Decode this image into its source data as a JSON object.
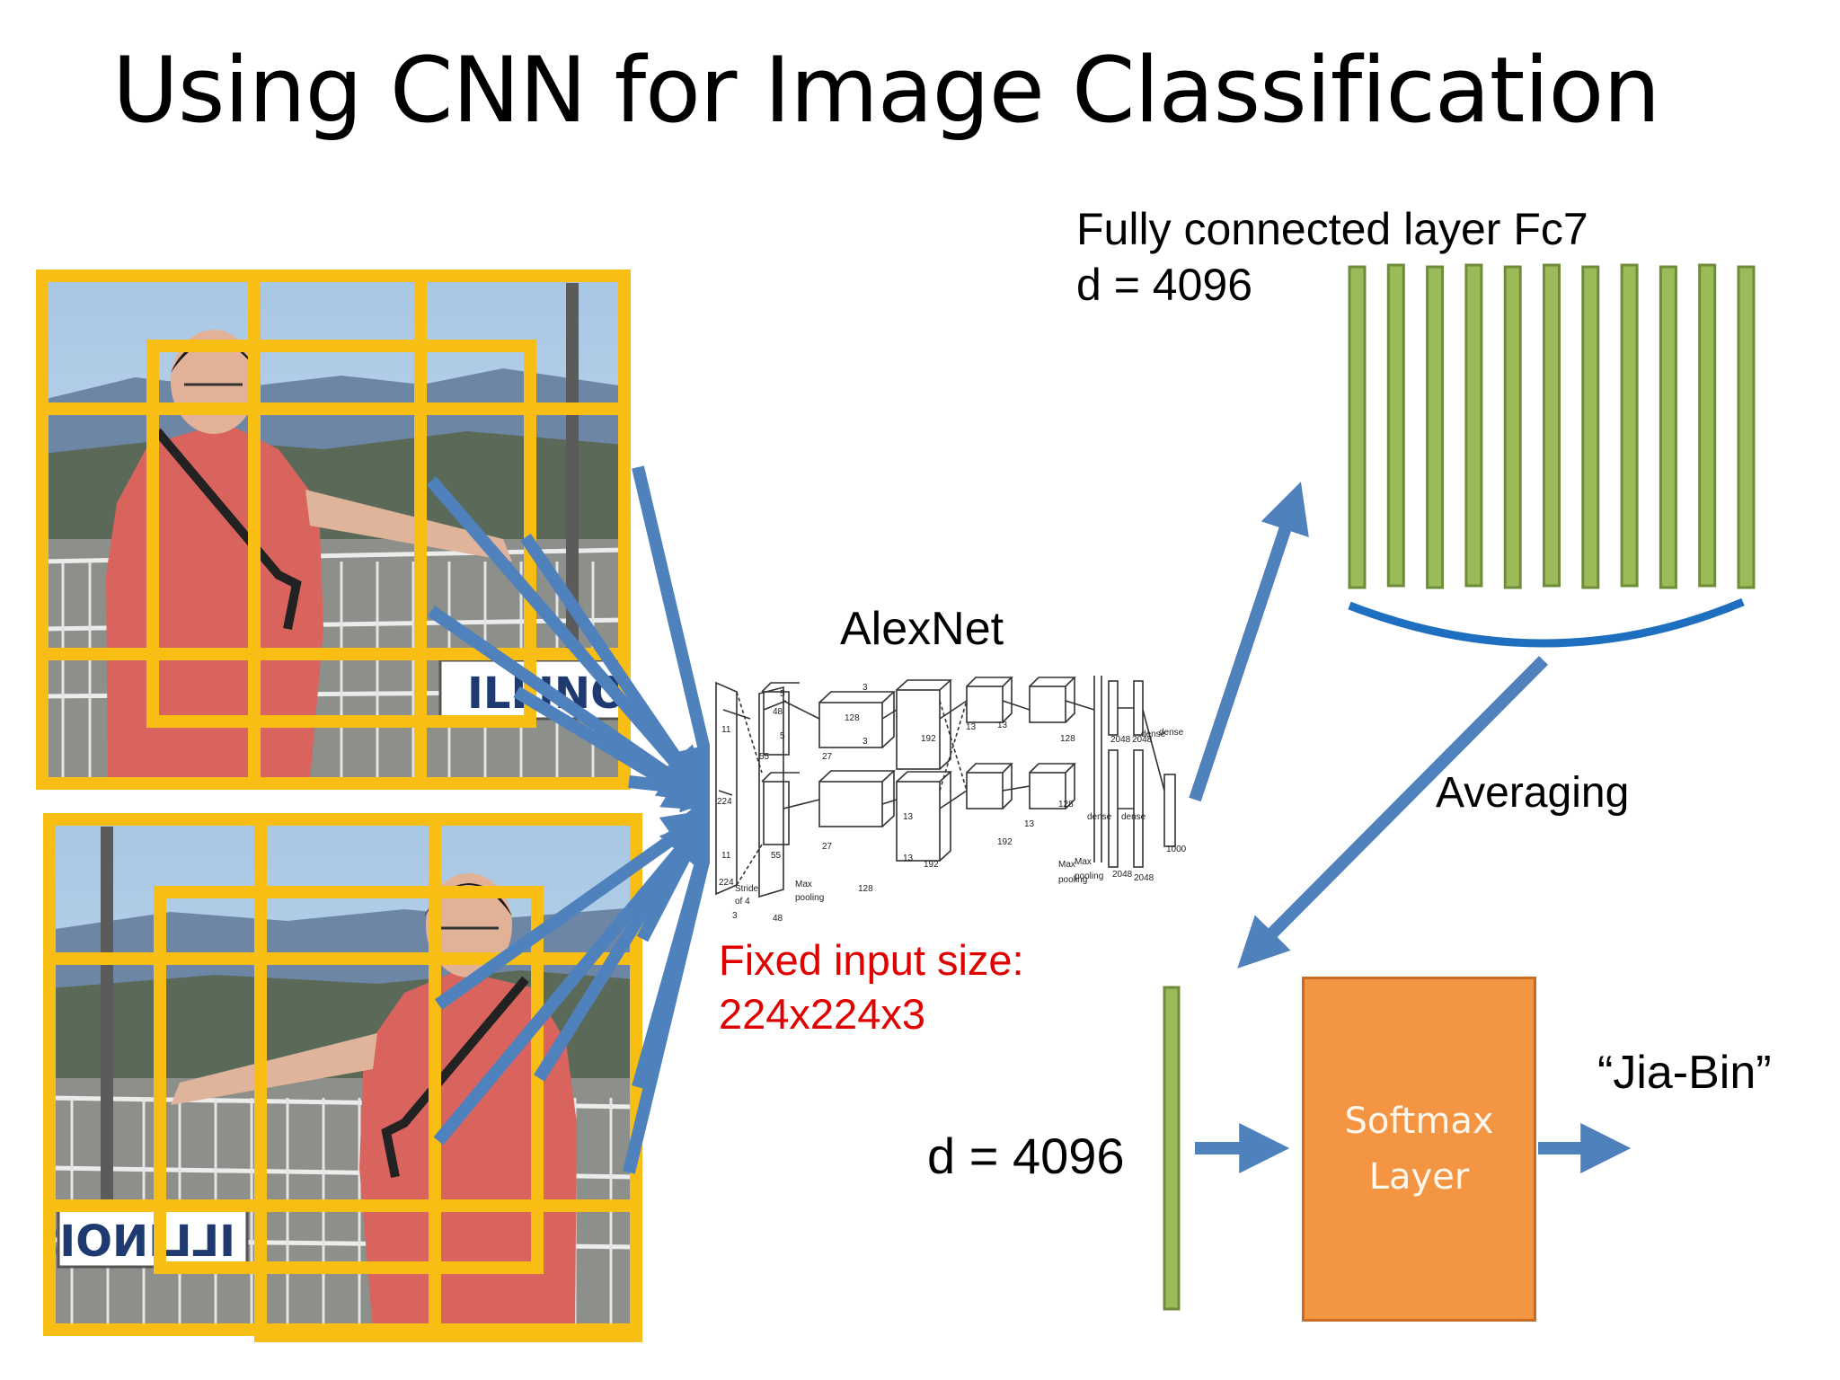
{
  "title": "Using CNN for Image Classification",
  "fc7": {
    "title": "Fully connected layer Fc7",
    "dimension": "d = 4096",
    "bar_count": 11
  },
  "alexnet": {
    "label": "AlexNet",
    "diagram_labels": [
      "224",
      "224",
      "11",
      "11",
      "Stride",
      "of 4",
      "3",
      "48",
      "55",
      "55",
      "5",
      "5",
      "27",
      "128",
      "48",
      "Max",
      "pooling",
      "128",
      "27",
      "3",
      "3",
      "192",
      "13",
      "13",
      "192",
      "128",
      "13",
      "13",
      "Max",
      "pooling",
      "192",
      "128",
      "13",
      "dense",
      "dense",
      "dense",
      "2048",
      "2048",
      "2048",
      "2048",
      "1000",
      "Max",
      "pooling",
      "dense"
    ]
  },
  "input_size": {
    "line1": "Fixed input size:",
    "line2": "224x224x3"
  },
  "averaging_label": "Averaging",
  "final_feature": {
    "dimension": "d = 4096"
  },
  "softmax": {
    "line1": "Softmax",
    "line2": "Layer"
  },
  "output_label": "“Jia-Bin”",
  "sign_text": "ILLINOIS",
  "colors": {
    "crop_box": "#f9be14",
    "arrow": "#4f81bd",
    "fc_bar_fill": "#9bbb59",
    "fc_bar_stroke": "#6f8c3a",
    "averaging_curve": "#1f6fc0",
    "softmax_fill": "#f39543",
    "annotation_red": "#e00000"
  }
}
